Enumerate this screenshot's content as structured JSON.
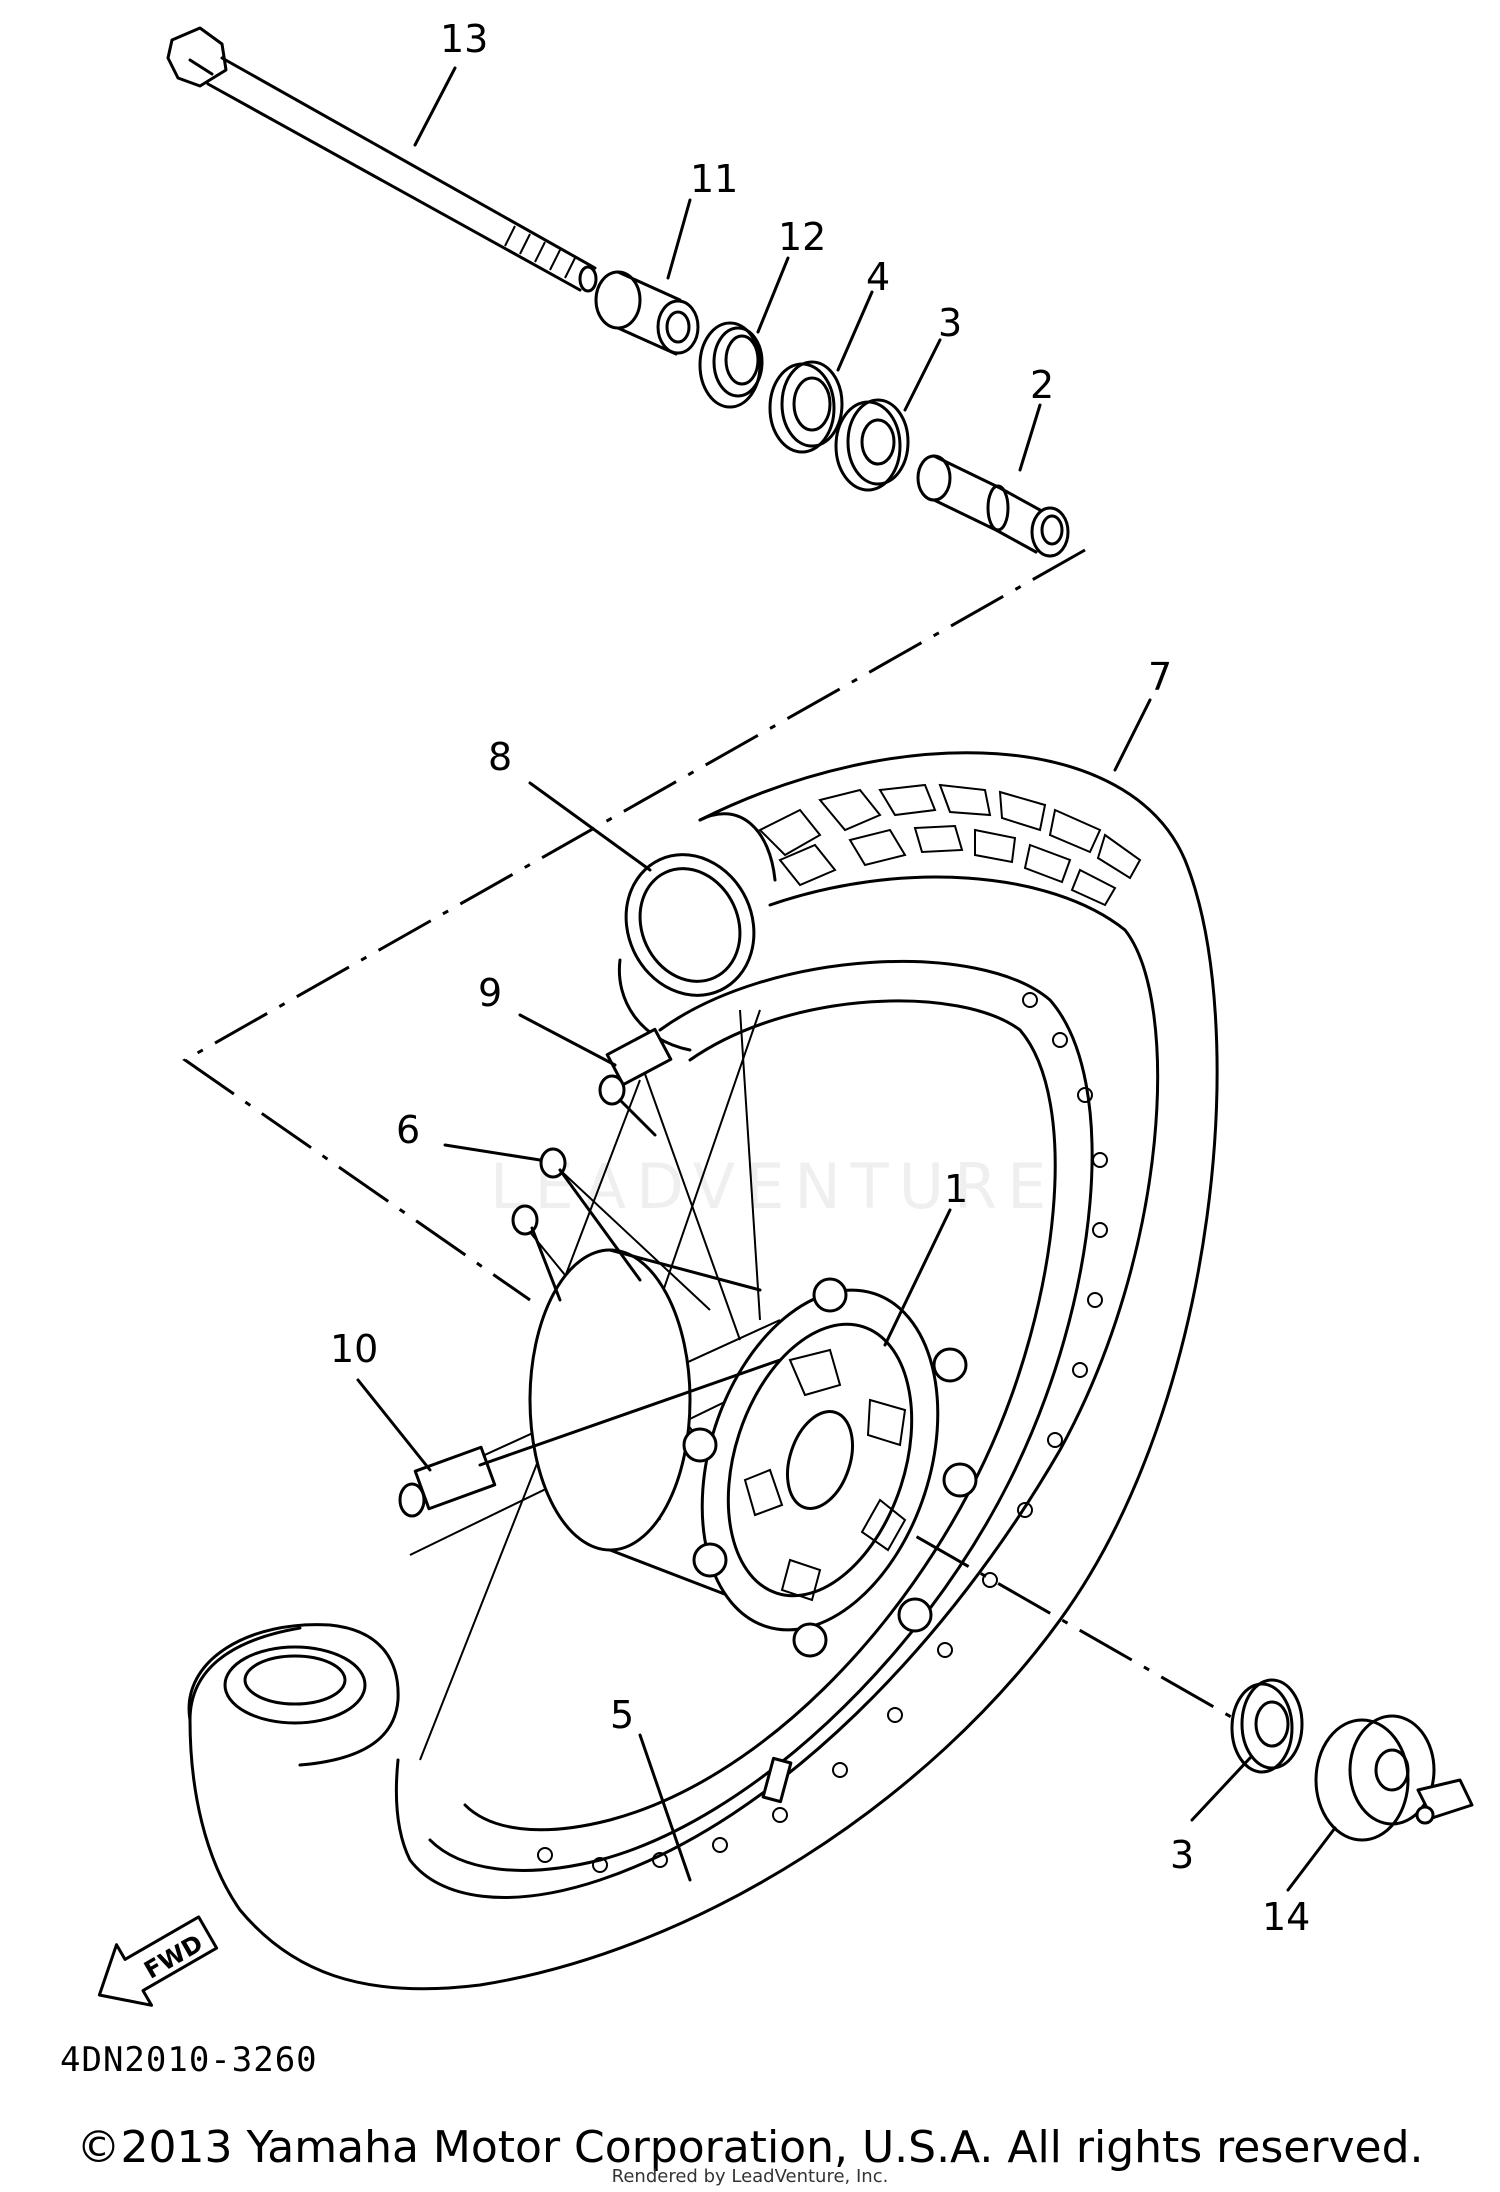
{
  "diagram": {
    "callouts": [
      {
        "id": "13",
        "text": "13"
      },
      {
        "id": "11",
        "text": "11"
      },
      {
        "id": "12",
        "text": "12"
      },
      {
        "id": "4",
        "text": "4"
      },
      {
        "id": "3a",
        "text": "3"
      },
      {
        "id": "2",
        "text": "2"
      },
      {
        "id": "7",
        "text": "7"
      },
      {
        "id": "8",
        "text": "8"
      },
      {
        "id": "9",
        "text": "9"
      },
      {
        "id": "6",
        "text": "6"
      },
      {
        "id": "1",
        "text": "1"
      },
      {
        "id": "10",
        "text": "10"
      },
      {
        "id": "5",
        "text": "5"
      },
      {
        "id": "3b",
        "text": "3"
      },
      {
        "id": "14",
        "text": "14"
      }
    ],
    "fwd_label": "FWD",
    "part_code": "4DN2010-3260",
    "watermark": "LEADVENTURE",
    "copyright": "©2013 Yamaha Motor Corporation, U.S.A. All rights reserved.",
    "rendered_by": "Rendered by LeadVenture, Inc."
  }
}
